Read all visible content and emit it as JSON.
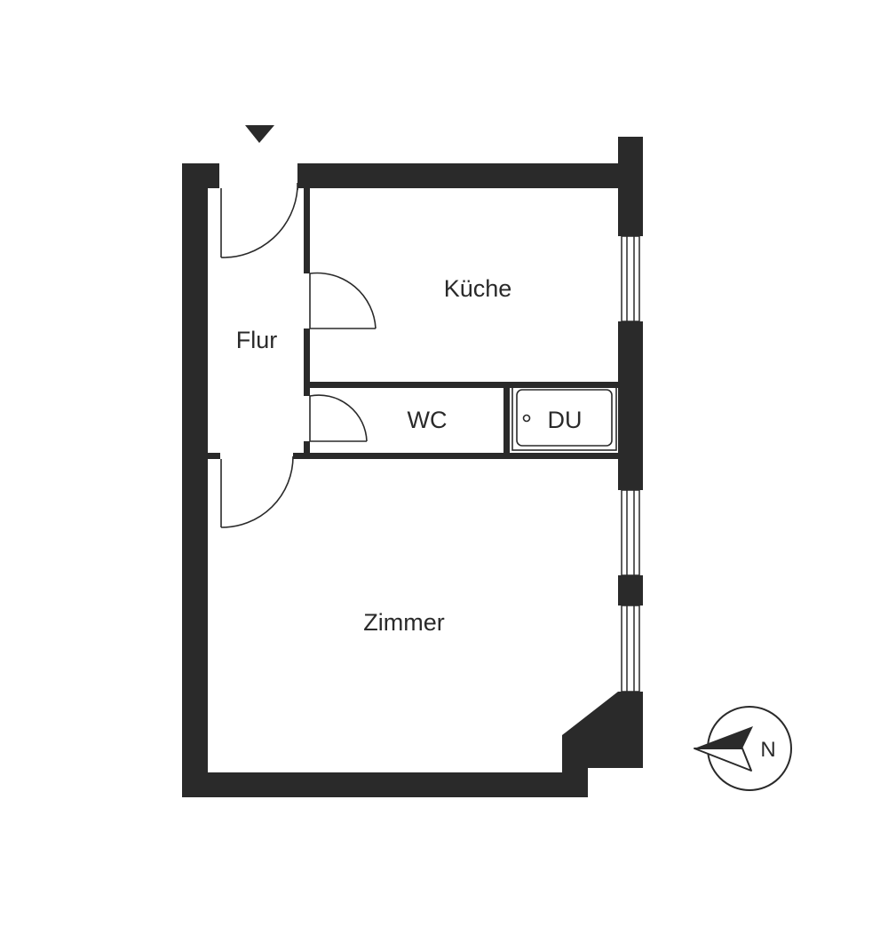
{
  "colors": {
    "wall": "#2a2a2a",
    "background": "#ffffff",
    "text": "#2a2a2a"
  },
  "rooms": {
    "flur": "Flur",
    "kueche": "Küche",
    "wc": "WC",
    "du": "DU",
    "zimmer": "Zimmer"
  },
  "compass": {
    "label": "N"
  },
  "icons": {
    "entrance": "entrance-arrow-icon",
    "compass": "compass-icon",
    "shower_drain": "shower-drain-icon"
  }
}
